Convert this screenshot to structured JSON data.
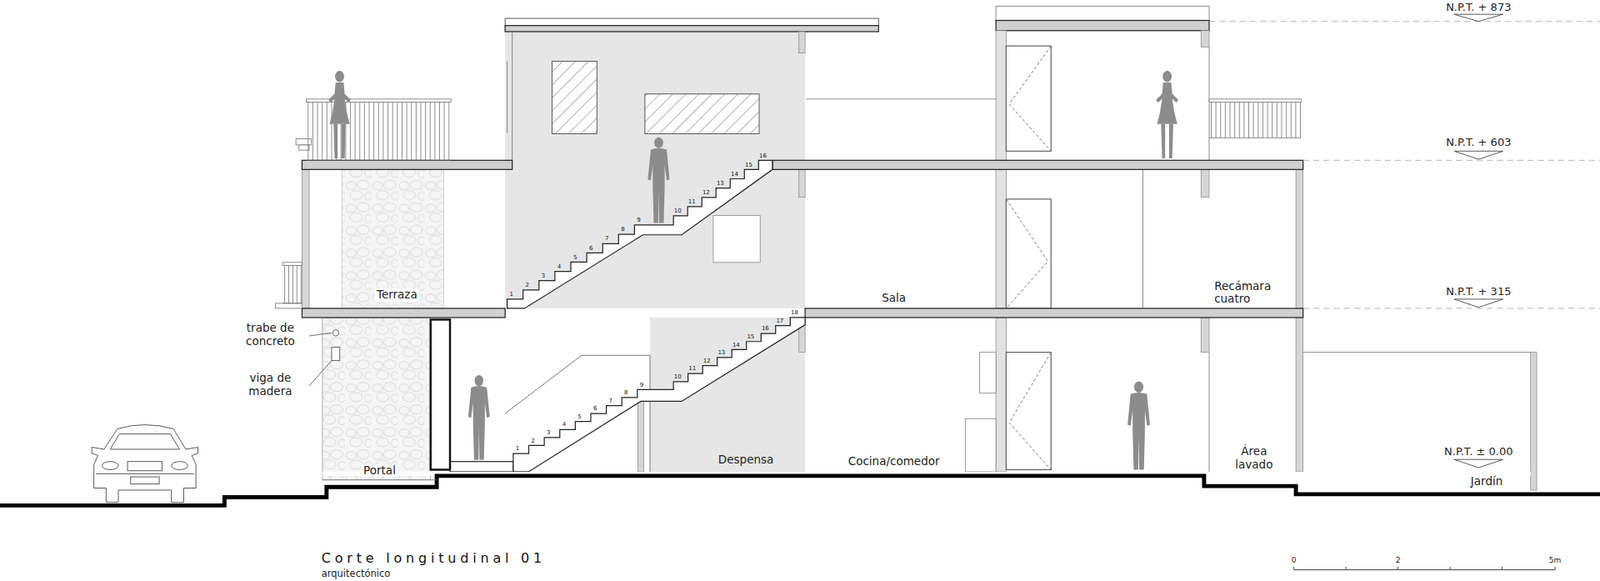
{
  "diagram": {
    "title": "Corte longitudinal 01",
    "caption": "arquitectónico",
    "labels": [
      "N.P.T. + 873",
      "N.P.T. + 603",
      "N.P.T. + 315",
      "N.P.T. ± 0.00",
      "1",
      "2",
      "3",
      "4",
      "5",
      "6",
      "7",
      "8",
      "9",
      "10",
      "11",
      "12",
      "13",
      "14",
      "15",
      "16",
      "Terraza",
      "Sala",
      "Recámara cuatro",
      "trabe de concreto",
      "viga de madera",
      "1",
      "2",
      "3",
      "4",
      "5",
      "6",
      "7",
      "8",
      "9",
      "10",
      "11",
      "12",
      "13",
      "14",
      "15",
      "16",
      "17",
      "18",
      "Portal",
      "Despensa",
      "Cocina/comedor",
      "Área lavado",
      "Jardín",
      "0",
      "2",
      "5m"
    ]
  }
}
